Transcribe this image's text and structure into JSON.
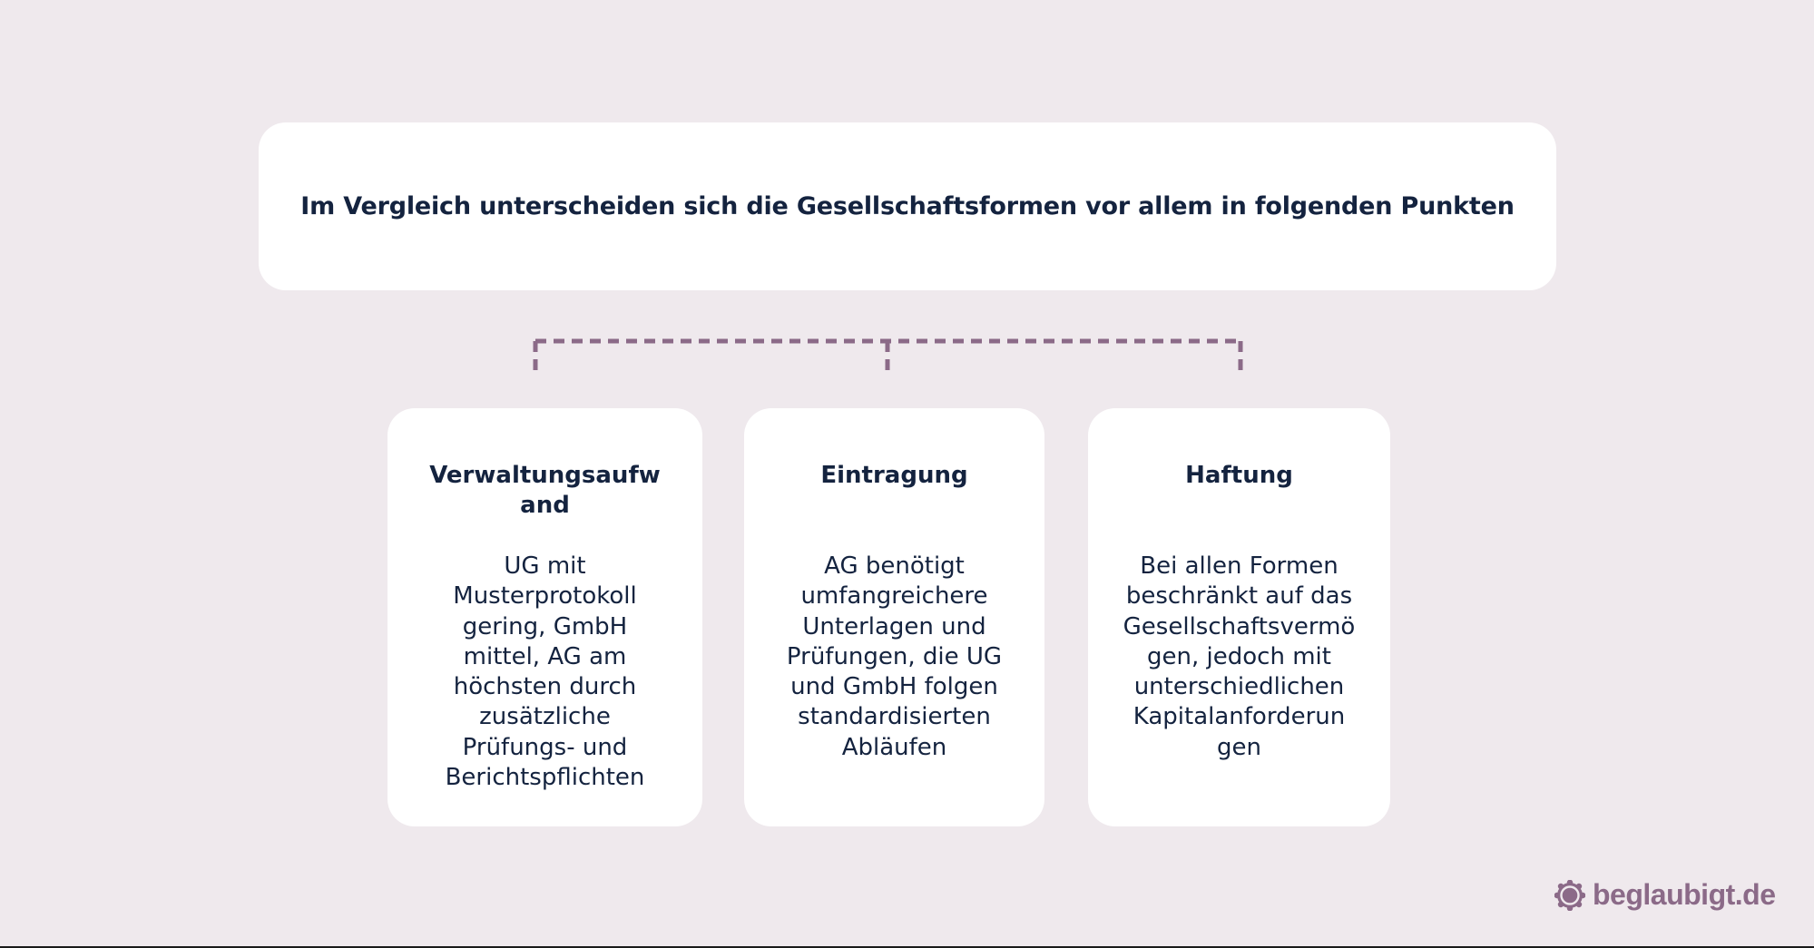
{
  "header": {
    "title": "Im Vergleich unterscheiden sich die Gesellschaftsformen vor allem in folgenden Punkten"
  },
  "colors": {
    "background": "#efe9ed",
    "card": "#ffffff",
    "text": "#14233f",
    "accent": "#8b6a88"
  },
  "cards": [
    {
      "title_lines": [
        "Verwaltungsaufw",
        "and"
      ],
      "title": "Verwaltungsaufwand",
      "body_lines": [
        "UG mit",
        "Musterprotokoll",
        "gering, GmbH",
        "mittel, AG am",
        "höchsten durch",
        "zusätzliche",
        "Prüfungs- und",
        "Berichtspflichten"
      ],
      "body": "UG mit Musterprotokoll gering, GmbH mittel, AG am höchsten durch zusätzliche Prüfungs- und Berichtspflichten"
    },
    {
      "title_lines": [
        "Eintragung"
      ],
      "title": "Eintragung",
      "body_lines": [
        "AG benötigt",
        "umfangreichere",
        "Unterlagen und",
        "Prüfungen, die UG",
        "und GmbH folgen",
        "standardisierten",
        "Abläufen"
      ],
      "body": "AG benötigt umfangreichere Unterlagen und Prüfungen, die UG und GmbH folgen standardisierten Abläufen"
    },
    {
      "title_lines": [
        "Haftung"
      ],
      "title": "Haftung",
      "body_lines": [
        "Bei allen Formen",
        "beschränkt auf das",
        "Gesellschaftsvermö",
        "gen, jedoch mit",
        "unterschiedlichen",
        "Kapitalanforderun",
        "gen"
      ],
      "body": "Bei allen Formen beschränkt auf das Gesellschaftsvermögen, jedoch mit unterschiedlichen Kapitalanforderungen"
    }
  ],
  "brand": {
    "icon": "seal-icon",
    "label": "beglaubigt.de"
  }
}
